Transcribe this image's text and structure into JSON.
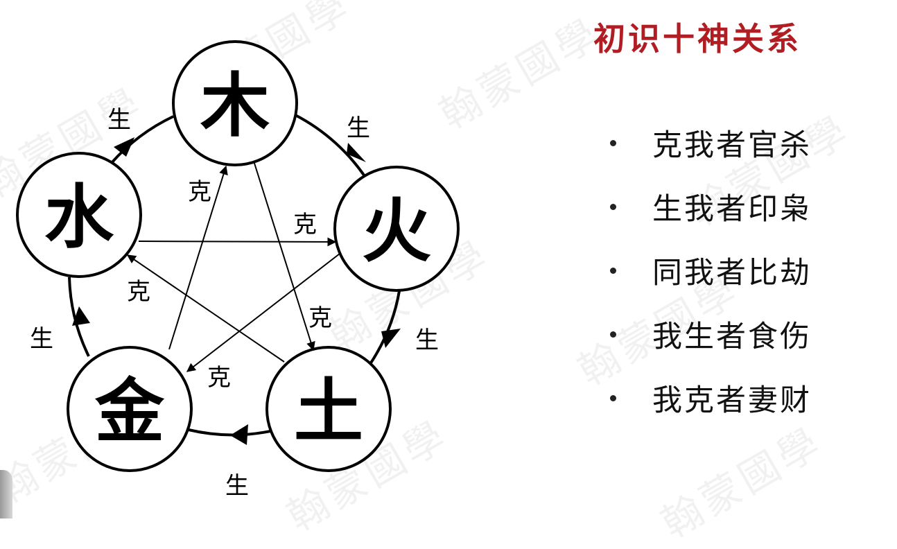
{
  "title": "初识十神关系",
  "bullets": [
    "克我者官杀",
    "生我者印枭",
    "同我者比劫",
    "我生者食伤",
    "我克者妻财"
  ],
  "watermark_text": "翰蒙國學",
  "diagram": {
    "elements": {
      "wood": "木",
      "fire": "火",
      "earth": "土",
      "metal": "金",
      "water": "水"
    },
    "sheng_label": "生",
    "ke_label": "克"
  },
  "colors": {
    "title": "#b01e23",
    "ink": "#000000"
  }
}
